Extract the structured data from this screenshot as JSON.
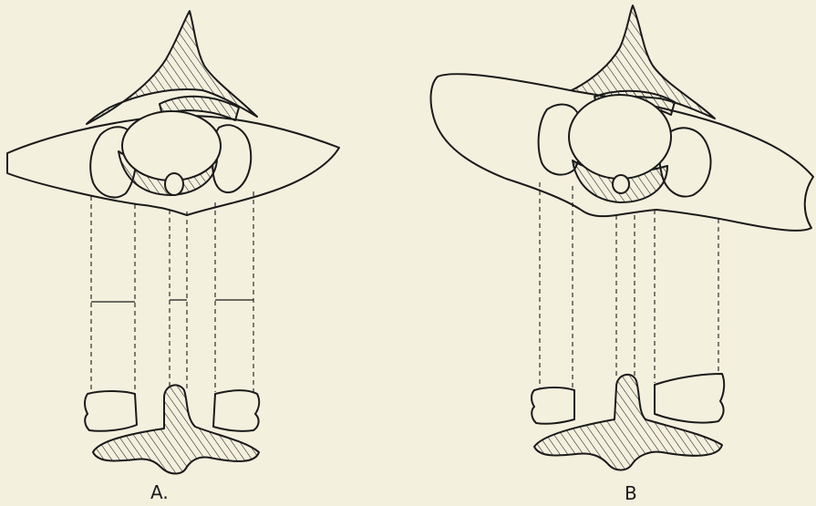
{
  "figure": {
    "panels": [
      {
        "id": "A",
        "caption": "A."
      },
      {
        "id": "B",
        "caption": "B"
      }
    ],
    "colors": {
      "background": "#f4f0de",
      "ink": "#1a1a1a"
    }
  }
}
